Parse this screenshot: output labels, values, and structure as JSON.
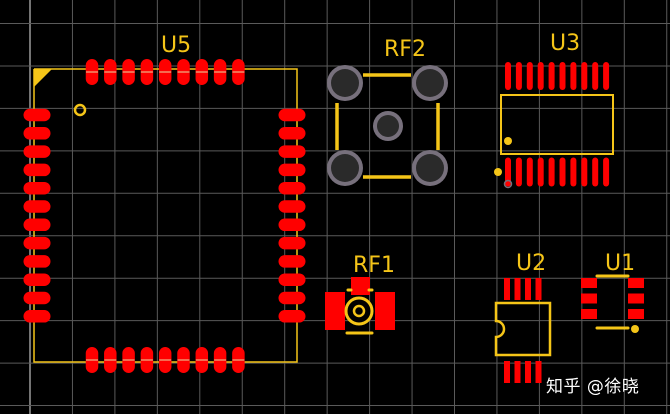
{
  "app": "PCB layout editor (Altium-style)",
  "colors": {
    "background": "#000000",
    "grid": "#5a5a5a",
    "grid_origin": "#9a9a9a",
    "top_layer_pad": "#ff0000",
    "silkscreen": "#f5c518",
    "through_hole_ring": "#77707c",
    "through_hole_center": "#2a2a2a"
  },
  "components": [
    {
      "designator": "U5",
      "type": "QFN-style module",
      "pads_top": 9,
      "pads_bottom": 9,
      "pads_left": 12,
      "pads_right": 12
    },
    {
      "designator": "RF2",
      "type": "through-hole RF connector",
      "pads": 5
    },
    {
      "designator": "U3",
      "type": "SSOP-20",
      "pads_top": 10,
      "pads_bottom": 10
    },
    {
      "designator": "RF1",
      "type": "SMA edge connector",
      "pads": 3
    },
    {
      "designator": "U2",
      "type": "SOIC-8",
      "pads_top": 4,
      "pads_bottom": 4
    },
    {
      "designator": "U1",
      "type": "SOT-23-6",
      "pads_left": 3,
      "pads_right": 3
    }
  ],
  "watermark": "知乎 @徐晓"
}
